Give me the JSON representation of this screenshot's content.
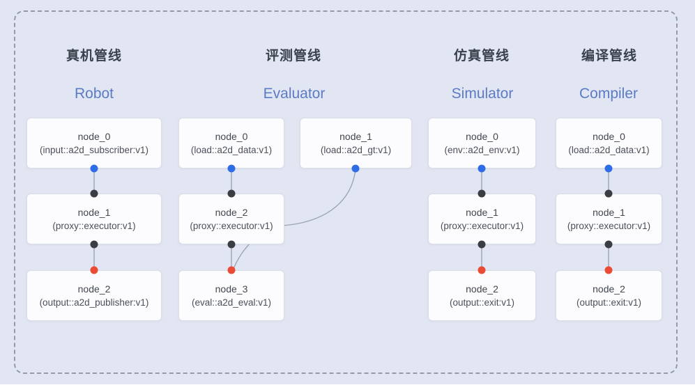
{
  "pipelines": [
    {
      "title": "真机管线",
      "subtitle": "Robot",
      "nodes": [
        {
          "name": "node_0",
          "type": "(input::a2d_subscriber:v1)"
        },
        {
          "name": "node_1",
          "type": "(proxy::executor:v1)"
        },
        {
          "name": "node_2",
          "type": "(output::a2d_publisher:v1)"
        }
      ]
    },
    {
      "title": "评测管线",
      "subtitle": "Evaluator",
      "nodes": [
        {
          "name": "node_0",
          "type": "(load::a2d_data:v1)"
        },
        {
          "name": "node_1",
          "type": "(load::a2d_gt:v1)"
        },
        {
          "name": "node_2",
          "type": "(proxy::executor:v1)"
        },
        {
          "name": "node_3",
          "type": "(eval::a2d_eval:v1)"
        }
      ]
    },
    {
      "title": "仿真管线",
      "subtitle": "Simulator",
      "nodes": [
        {
          "name": "node_0",
          "type": "(env::a2d_env:v1)"
        },
        {
          "name": "node_1",
          "type": "(proxy::executor:v1)"
        },
        {
          "name": "node_2",
          "type": "(output::exit:v1)"
        }
      ]
    },
    {
      "title": "编译管线",
      "subtitle": "Compiler",
      "nodes": [
        {
          "name": "node_0",
          "type": "(load::a2d_data:v1)"
        },
        {
          "name": "node_1",
          "type": "(proxy::executor:v1)"
        },
        {
          "name": "node_2",
          "type": "(output::exit:v1)"
        }
      ]
    }
  ],
  "colors": {
    "background": "#e2e6f3",
    "frame_border": "#949aa7",
    "box_fill": "#fcfcfe",
    "box_border": "#d9dde6",
    "connector": "#98a1ae",
    "port_blue": "#2e6de5",
    "port_black": "#3a3d43",
    "port_red": "#e94b35",
    "title_color": "#3b414c",
    "subtitle_color": "#5b7bc4"
  }
}
